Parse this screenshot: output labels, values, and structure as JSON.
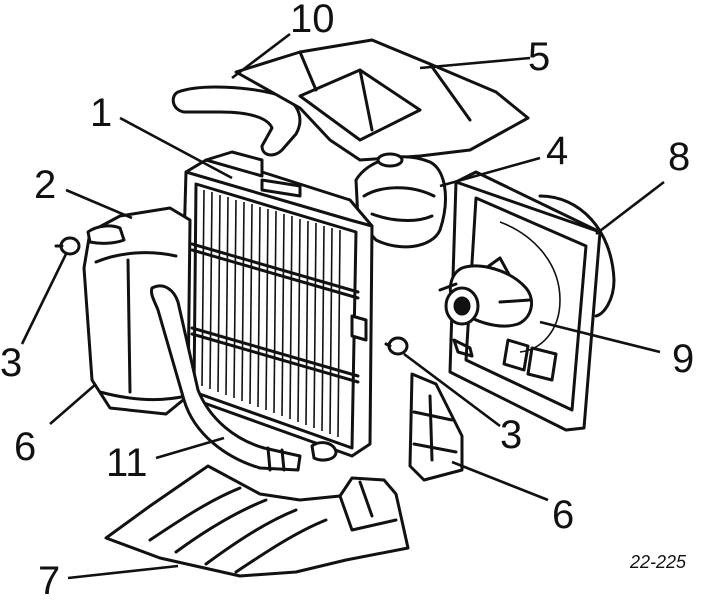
{
  "callouts": {
    "c1": "1",
    "c2": "2",
    "c3a": "3",
    "c3b": "3",
    "c4": "4",
    "c5": "5",
    "c6a": "6",
    "c6b": "6",
    "c7": "7",
    "c8": "8",
    "c9": "9",
    "c10": "10",
    "c11": "11"
  },
  "figure_ref": "22-225"
}
